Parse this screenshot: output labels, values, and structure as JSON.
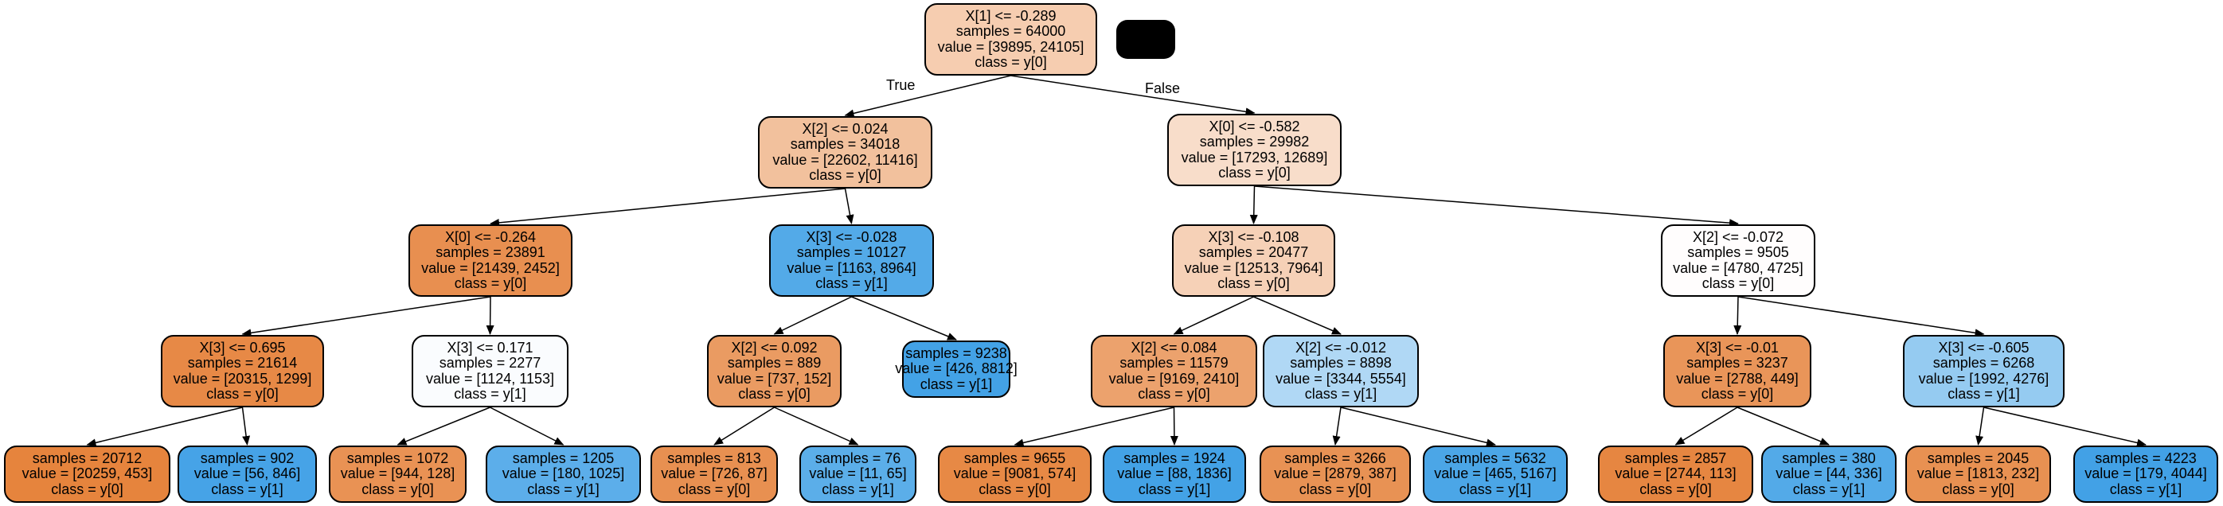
{
  "tree": {
    "edge_labels": {
      "true": "True",
      "false": "False"
    },
    "colors": {
      "class0": "#e58139",
      "class1": "#399de5",
      "border": "#000000",
      "edge": "#000000"
    },
    "nodes": [
      {
        "id": "n0",
        "parent": null,
        "lines": [
          "X[1] <= -0.289",
          "samples = 64000",
          "value = [39895, 24105]",
          "class = y[0]"
        ],
        "class": 0,
        "fill": "#f6cdb0"
      },
      {
        "id": "n1",
        "parent": "n0",
        "lines": [
          "X[2] <= 0.024",
          "samples = 34018",
          "value = [22602, 11416]",
          "class = y[0]"
        ],
        "class": 0,
        "fill": "#f2c19d"
      },
      {
        "id": "n2",
        "parent": "n0",
        "lines": [
          "X[0] <= -0.582",
          "samples = 29982",
          "value = [17293, 12689]",
          "class = y[0]"
        ],
        "class": 0,
        "fill": "#f8ddca"
      },
      {
        "id": "n3",
        "parent": "n1",
        "lines": [
          "X[0] <= -0.264",
          "samples = 23891",
          "value = [21439, 2452]",
          "class = y[0]"
        ],
        "class": 0,
        "fill": "#e88f50"
      },
      {
        "id": "n4",
        "parent": "n1",
        "lines": [
          "X[3] <= -0.028",
          "samples = 10127",
          "value = [1163, 8964]",
          "class = y[1]"
        ],
        "class": 1,
        "fill": "#53aae8"
      },
      {
        "id": "n5",
        "parent": "n2",
        "lines": [
          "X[3] <= -0.108",
          "samples = 20477",
          "value = [12513, 7964]",
          "class = y[0]"
        ],
        "class": 0,
        "fill": "#f6d1b7"
      },
      {
        "id": "n6",
        "parent": "n2",
        "lines": [
          "X[2] <= -0.072",
          "samples = 9505",
          "value = [4780, 4725]",
          "class = y[0]"
        ],
        "class": 0,
        "fill": "#fffdfd"
      },
      {
        "id": "n7",
        "parent": "n3",
        "lines": [
          "X[3] <= 0.695",
          "samples = 21614",
          "value = [20315, 1299]",
          "class = y[0]"
        ],
        "class": 0,
        "fill": "#e78946"
      },
      {
        "id": "n8",
        "parent": "n3",
        "lines": [
          "X[3] <= 0.171",
          "samples = 2277",
          "value = [1124, 1153]",
          "class = y[1]"
        ],
        "class": 1,
        "fill": "#fafcfe"
      },
      {
        "id": "n9",
        "parent": "n4",
        "lines": [
          "X[2] <= 0.092",
          "samples = 889",
          "value = [737, 152]",
          "class = y[0]"
        ],
        "class": 0,
        "fill": "#ea9b62"
      },
      {
        "id": "n10",
        "parent": "n4",
        "lines": [
          "samples = 9238",
          "value = [426, 8812]",
          "class = y[1]"
        ],
        "class": 1,
        "fill": "#43a2e6"
      },
      {
        "id": "n11",
        "parent": "n5",
        "lines": [
          "X[2] <= 0.084",
          "samples = 11579",
          "value = [9169, 2410]",
          "class = y[0]"
        ],
        "class": 0,
        "fill": "#eca26d"
      },
      {
        "id": "n12",
        "parent": "n5",
        "lines": [
          "X[2] <= -0.012",
          "samples = 8898",
          "value = [3344, 5554]",
          "class = y[1]"
        ],
        "class": 1,
        "fill": "#b0d8f5"
      },
      {
        "id": "n13",
        "parent": "n6",
        "lines": [
          "X[3] <= -0.01",
          "samples = 3237",
          "value = [2788, 449]",
          "class = y[0]"
        ],
        "class": 0,
        "fill": "#e99559"
      },
      {
        "id": "n14",
        "parent": "n6",
        "lines": [
          "X[3] <= -0.605",
          "samples = 6268",
          "value = [1992, 4276]",
          "class = y[1]"
        ],
        "class": 1,
        "fill": "#95cbf1"
      },
      {
        "id": "n15",
        "parent": "n7",
        "lines": [
          "samples = 20712",
          "value = [20259, 453]",
          "class = y[0]"
        ],
        "class": 0,
        "fill": "#e6843d"
      },
      {
        "id": "n16",
        "parent": "n7",
        "lines": [
          "samples = 902",
          "value = [56, 846]",
          "class = y[1]"
        ],
        "class": 1,
        "fill": "#46a3e7"
      },
      {
        "id": "n17",
        "parent": "n8",
        "lines": [
          "samples = 1072",
          "value = [944, 128]",
          "class = y[0]"
        ],
        "class": 0,
        "fill": "#e99254"
      },
      {
        "id": "n18",
        "parent": "n8",
        "lines": [
          "samples = 1205",
          "value = [180, 1025]",
          "class = y[1]"
        ],
        "class": 1,
        "fill": "#5caeea"
      },
      {
        "id": "n19",
        "parent": "n9",
        "lines": [
          "samples = 813",
          "value = [726, 87]",
          "class = y[0]"
        ],
        "class": 0,
        "fill": "#e89051"
      },
      {
        "id": "n20",
        "parent": "n9",
        "lines": [
          "samples = 76",
          "value = [11, 65]",
          "class = y[1]"
        ],
        "class": 1,
        "fill": "#5baee9"
      },
      {
        "id": "n21",
        "parent": "n11",
        "lines": [
          "samples = 9655",
          "value = [9081, 574]",
          "class = y[0]"
        ],
        "class": 0,
        "fill": "#e78945"
      },
      {
        "id": "n22",
        "parent": "n11",
        "lines": [
          "samples = 1924",
          "value = [88, 1836]",
          "class = y[1]"
        ],
        "class": 1,
        "fill": "#43a2e6"
      },
      {
        "id": "n23",
        "parent": "n12",
        "lines": [
          "samples = 3266",
          "value = [2879, 387]",
          "class = y[0]"
        ],
        "class": 0,
        "fill": "#e89254"
      },
      {
        "id": "n24",
        "parent": "n12",
        "lines": [
          "samples = 5632",
          "value = [465, 5167]",
          "class = y[1]"
        ],
        "class": 1,
        "fill": "#4ba6e7"
      },
      {
        "id": "n25",
        "parent": "n13",
        "lines": [
          "samples = 2857",
          "value = [2744, 113]",
          "class = y[0]"
        ],
        "class": 0,
        "fill": "#e68641"
      },
      {
        "id": "n26",
        "parent": "n13",
        "lines": [
          "samples = 380",
          "value = [44, 336]",
          "class = y[1]"
        ],
        "class": 1,
        "fill": "#53aae8"
      },
      {
        "id": "n27",
        "parent": "n14",
        "lines": [
          "samples = 2045",
          "value = [1813, 232]",
          "class = y[0]"
        ],
        "class": 0,
        "fill": "#e89152"
      },
      {
        "id": "n28",
        "parent": "n14",
        "lines": [
          "samples = 4223",
          "value = [179, 4044]",
          "class = y[1]"
        ],
        "class": 1,
        "fill": "#42a1e6"
      }
    ]
  }
}
